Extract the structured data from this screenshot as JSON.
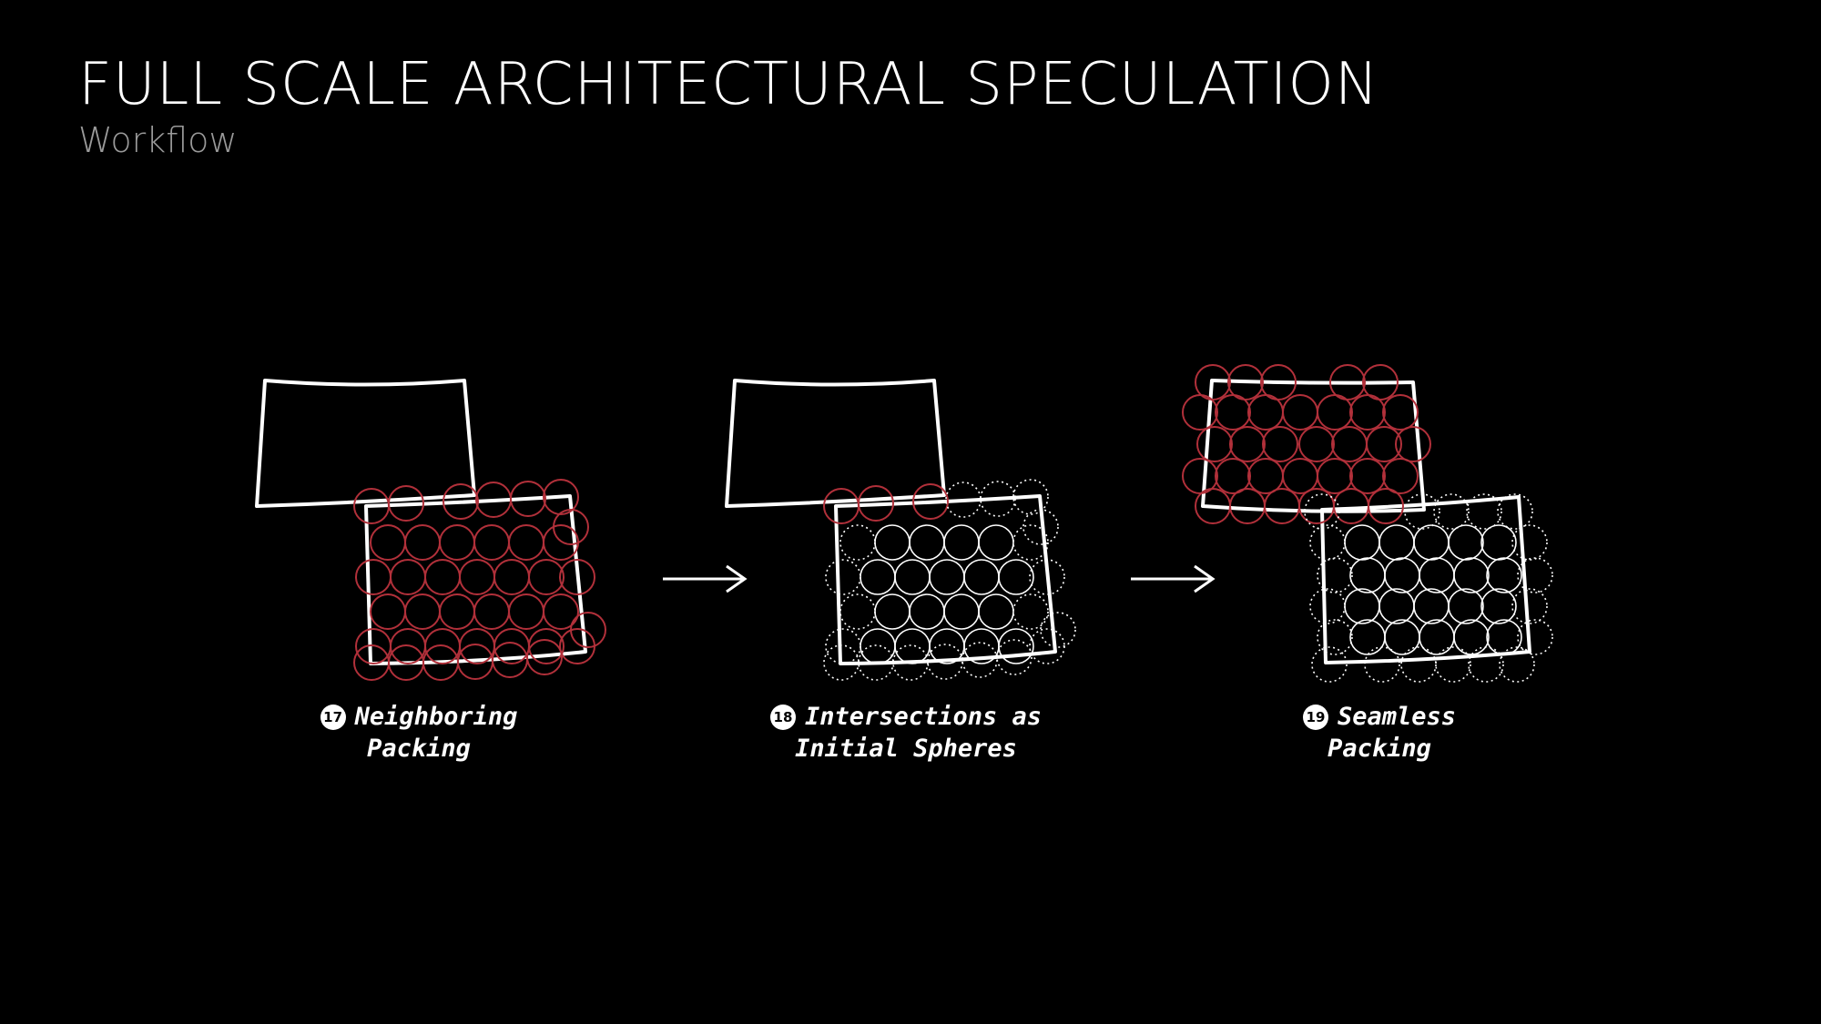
{
  "header": {
    "title": "FULL SCALE ARCHITECTURAL SPECULATION",
    "subtitle": "Workflow"
  },
  "colors": {
    "background": "#000000",
    "outline": "#ffffff",
    "highlight": "#b1303a",
    "subtitle": "#9a9a9a"
  },
  "steps": [
    {
      "number": "17",
      "line1": "Neighboring",
      "line2": "Packing"
    },
    {
      "number": "18",
      "line1": "Intersections as",
      "line2": "Initial Spheres"
    },
    {
      "number": "19",
      "line1": "Seamless",
      "line2": "Packing"
    }
  ],
  "arrows": [
    "arrow-right-icon",
    "arrow-right-icon"
  ]
}
